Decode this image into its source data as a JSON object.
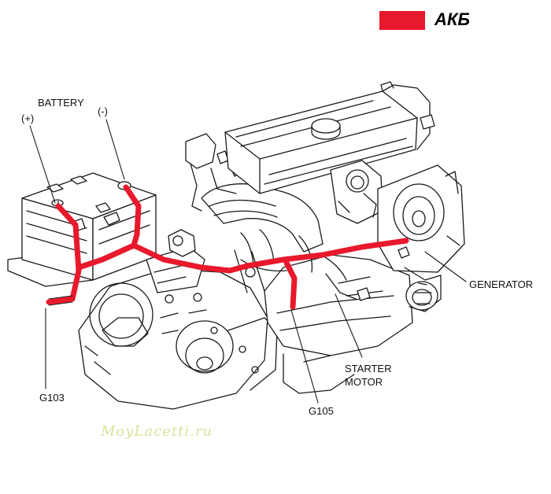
{
  "legend": {
    "label": "АКБ",
    "color": "#e8192c"
  },
  "labels": {
    "battery": "BATTERY",
    "plus": "(+)",
    "minus": "(-)",
    "generator": "GENERATOR",
    "starter_line1": "STARTER",
    "starter_line2": "MOTOR",
    "g103": "G103",
    "g105": "G105"
  },
  "watermark": {
    "text": "MoyLacetti.ru",
    "color": "#d7e39a"
  },
  "colors": {
    "line": "#1a1a1a",
    "cable": "#e8192c",
    "background": "#ffffff"
  }
}
